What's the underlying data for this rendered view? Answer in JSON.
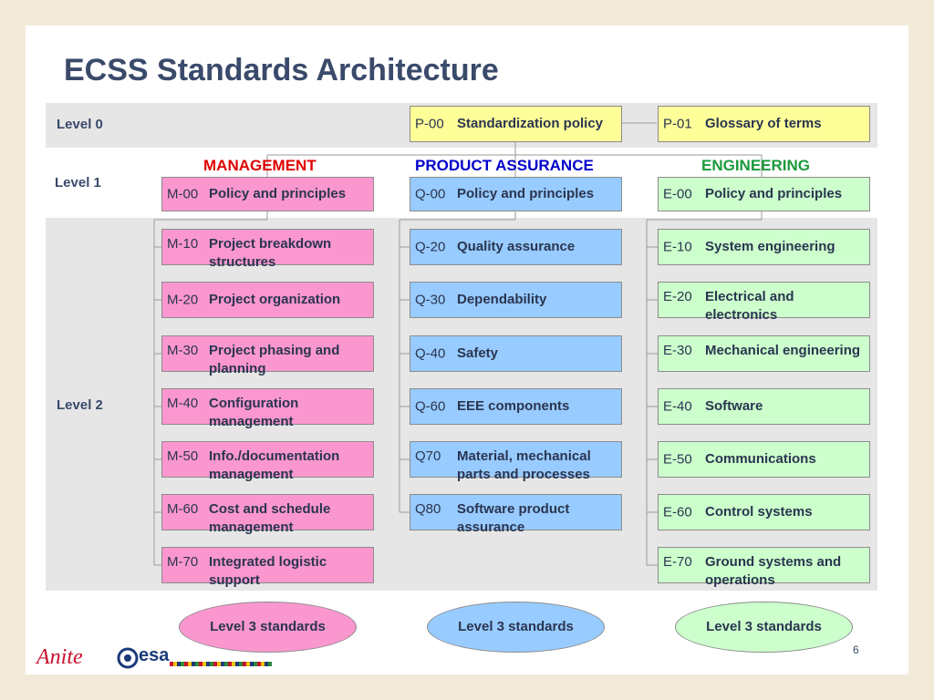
{
  "title": "ECSS Standards Architecture",
  "levels": {
    "level0": "Level 0",
    "level1": "Level 1",
    "level2": "Level 2"
  },
  "level0_boxes": {
    "p00": {
      "code": "P-00",
      "name": "Standardization policy"
    },
    "p01": {
      "code": "P-01",
      "name": "Glossary of terms"
    }
  },
  "branches": {
    "management": {
      "label": "MANAGEMENT",
      "color": "#e00000"
    },
    "product_assurance": {
      "label": "PRODUCT ASSURANCE",
      "color": "#0000cc"
    },
    "engineering": {
      "label": "ENGINEERING",
      "color": "#1a9a3a"
    }
  },
  "level1_boxes": {
    "m00": {
      "code": "M-00",
      "name": "Policy and principles"
    },
    "q00": {
      "code": "Q-00",
      "name": "Policy and principles"
    },
    "e00": {
      "code": "E-00",
      "name": "Policy and principles"
    }
  },
  "management": [
    {
      "code": "M-10",
      "name": "Project breakdown structures"
    },
    {
      "code": "M-20",
      "name": "Project organization"
    },
    {
      "code": "M-30",
      "name": "Project phasing and planning"
    },
    {
      "code": "M-40",
      "name": "Configuration management"
    },
    {
      "code": "M-50",
      "name": "Info./documentation management"
    },
    {
      "code": "M-60",
      "name": "Cost and schedule management"
    },
    {
      "code": "M-70",
      "name": "Integrated logistic support"
    }
  ],
  "product_assurance": [
    {
      "code": "Q-20",
      "name": "Quality assurance"
    },
    {
      "code": "Q-30",
      "name": "Dependability"
    },
    {
      "code": "Q-40",
      "name": "Safety"
    },
    {
      "code": "Q-60",
      "name": "EEE components"
    },
    {
      "code": "Q70",
      "name": "Material, mechanical parts and processes"
    },
    {
      "code": "Q80",
      "name": "Software product assurance"
    }
  ],
  "engineering": [
    {
      "code": "E-10",
      "name": "System engineering"
    },
    {
      "code": "E-20",
      "name": "Electrical and electronics"
    },
    {
      "code": "E-30",
      "name": "Mechanical engineering"
    },
    {
      "code": "E-40",
      "name": "Software"
    },
    {
      "code": "E-50",
      "name": "Communications"
    },
    {
      "code": "E-60",
      "name": "Control systems"
    },
    {
      "code": "E-70",
      "name": "Ground systems and operations"
    }
  ],
  "level3": {
    "management": "Level 3 standards",
    "product_assurance": "Level 3 standards",
    "engineering": "Level 3 standards"
  },
  "footer": {
    "page_number": "6",
    "logo_anite": "Anite",
    "logo_esa": "esa"
  },
  "colors": {
    "management_box": "#fb97cf",
    "product_assurance_box": "#98cbff",
    "engineering_box": "#ccffcc",
    "level0_box": "#ffff99",
    "band": "#e6e6e6",
    "background": "#f2ead9"
  }
}
